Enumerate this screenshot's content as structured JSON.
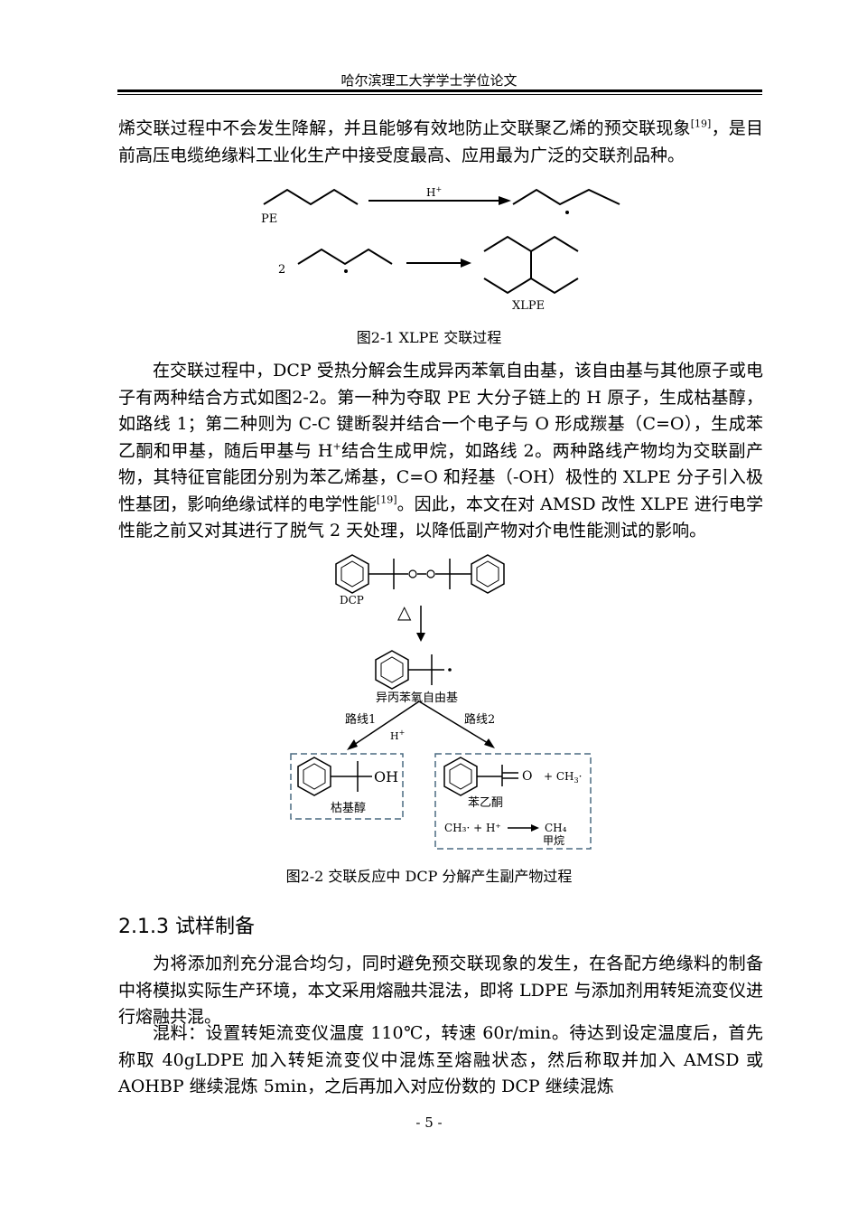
{
  "header": {
    "title": "哈尔滨理工大学学士学位论文"
  },
  "para1": {
    "text": "烯交联过程中不会发生降解，并且能够有效地防止交联聚乙烯的预交联现象",
    "ref": "[19]",
    "text2": "，是目前高压电缆绝缘料工业化生产中接受度最高、应用最为广泛的交联剂品种。"
  },
  "figure1": {
    "label_pe": "PE",
    "label_h": "H",
    "label_h_sup": "+",
    "label_2": "2",
    "label_xlpe": "XLPE",
    "caption": "图2-1 XLPE 交联过程"
  },
  "para2": {
    "text1": "在交联过程中，DCP 受热分解会生成异丙苯氧自由基，该自由基与其他原子或电子有两种结合方式如图2-2。第一种为夺取 PE 大分子链上的 H 原子，生成枯基醇，如路线 1；第二种则为 C-C 键断裂并结合一个电子与 O 形成羰基（C=O），生成苯乙酮和甲基，随后甲基与 H",
    "sup": "+",
    "text2": "结合生成甲烷，如路线 2。两种路线产物均为交联副产物，其特征官能团分别为苯乙烯基，C=O 和羟基（-OH）极性的 XLPE 分子引入极性基团，影响绝缘试样的电学性能",
    "ref": "[19]",
    "text3": "。因此，本文在对 AMSD 改性 XLPE 进行电学性能之前又对其进行了脱气 2 天处理，以降低副产物对介电性能测试的影响。"
  },
  "figure2": {
    "label_dcp": "DCP",
    "label_delta": "△",
    "label_radical": "异丙苯氧自由基",
    "route1": "路线1",
    "route2": "路线2",
    "label_h": "H",
    "label_h_sup": "+",
    "label_oh": "OH",
    "label_cumyl": "枯基醇",
    "label_o": "O",
    "label_plus_ch3": "+ CH",
    "label_ch3_sub": "3",
    "label_acetophenone": "苯乙酮",
    "label_eq_left": "CH₃· + H⁺",
    "label_ch4": "CH₄",
    "label_methane": "甲烷",
    "caption": "图2-2 交联反应中 DCP 分解产生副产物过程"
  },
  "section": {
    "title": "2.1.3 试样制备"
  },
  "para3": {
    "text": "为将添加剂充分混合均匀，同时避免预交联现象的发生，在各配方绝缘料的制备中将模拟实际生产环境，本文采用熔融共混法，即将 LDPE 与添加剂用转矩流变仪进行熔融共混。"
  },
  "para4": {
    "text": "混料：设置转矩流变仪温度 110℃，转速 60r/min。待达到设定温度后，首先称取 40gLDPE 加入转矩流变仪中混炼至熔融状态，然后称取并加入 AMSD 或 AOHBP 继续混炼 5min，之后再加入对应份数的 DCP 继续混炼"
  },
  "footer": {
    "page": "- 5 -"
  }
}
